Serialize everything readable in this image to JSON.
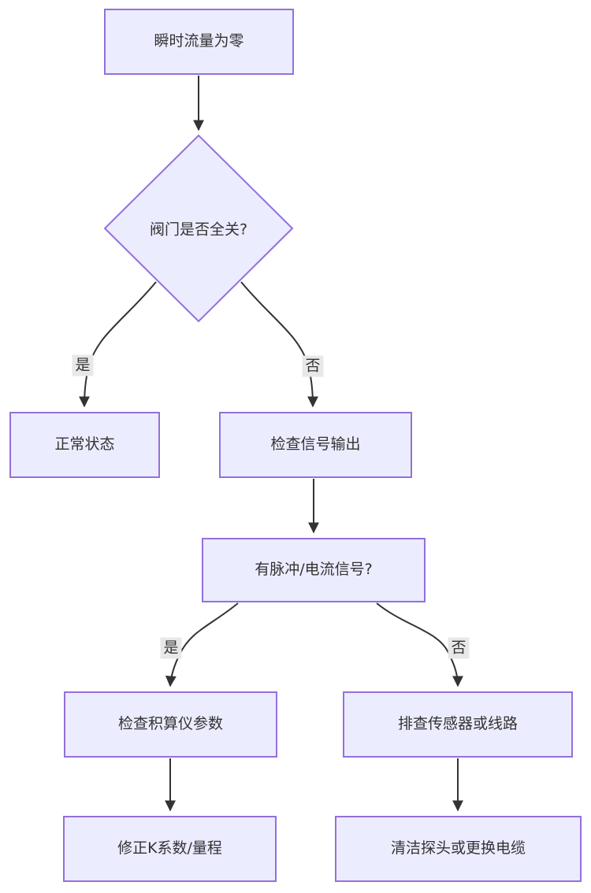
{
  "diagram": {
    "type": "flowchart",
    "direction": "top-down",
    "colors": {
      "background": "#ffffff",
      "node_fill": "#ECECFF",
      "node_border": "#9370DB",
      "edge_line": "#333333",
      "edge_label_bg": "#e8e8e8",
      "text": "#333333"
    },
    "nodes": [
      {
        "id": "start",
        "shape": "rect",
        "label": "瞬时流量为零"
      },
      {
        "id": "valve-question",
        "shape": "diamond",
        "label": "阀门是否全关?"
      },
      {
        "id": "normal-state",
        "shape": "rect",
        "label": "正常状态"
      },
      {
        "id": "check-signal-output",
        "shape": "rect",
        "label": "检查信号输出"
      },
      {
        "id": "signal-question",
        "shape": "rect",
        "label": "有脉冲/电流信号?"
      },
      {
        "id": "check-totalizer-params",
        "shape": "rect",
        "label": "检查积算仪参数"
      },
      {
        "id": "check-sensor-wiring",
        "shape": "rect",
        "label": "排查传感器或线路"
      },
      {
        "id": "fix-k-factor-range",
        "shape": "rect",
        "label": "修正K系数/量程"
      },
      {
        "id": "clean-probe-replace-cable",
        "shape": "rect",
        "label": "清洁探头或更换电缆"
      }
    ],
    "edge_labels": {
      "yes": "是",
      "no": "否"
    },
    "edges": [
      {
        "from": "start",
        "to": "valve-question",
        "label": ""
      },
      {
        "from": "valve-question",
        "to": "normal-state",
        "label": "是"
      },
      {
        "from": "valve-question",
        "to": "check-signal-output",
        "label": "否"
      },
      {
        "from": "check-signal-output",
        "to": "signal-question",
        "label": ""
      },
      {
        "from": "signal-question",
        "to": "check-totalizer-params",
        "label": "是"
      },
      {
        "from": "signal-question",
        "to": "check-sensor-wiring",
        "label": "否"
      },
      {
        "from": "check-totalizer-params",
        "to": "fix-k-factor-range",
        "label": ""
      },
      {
        "from": "check-sensor-wiring",
        "to": "clean-probe-replace-cable",
        "label": ""
      }
    ]
  }
}
